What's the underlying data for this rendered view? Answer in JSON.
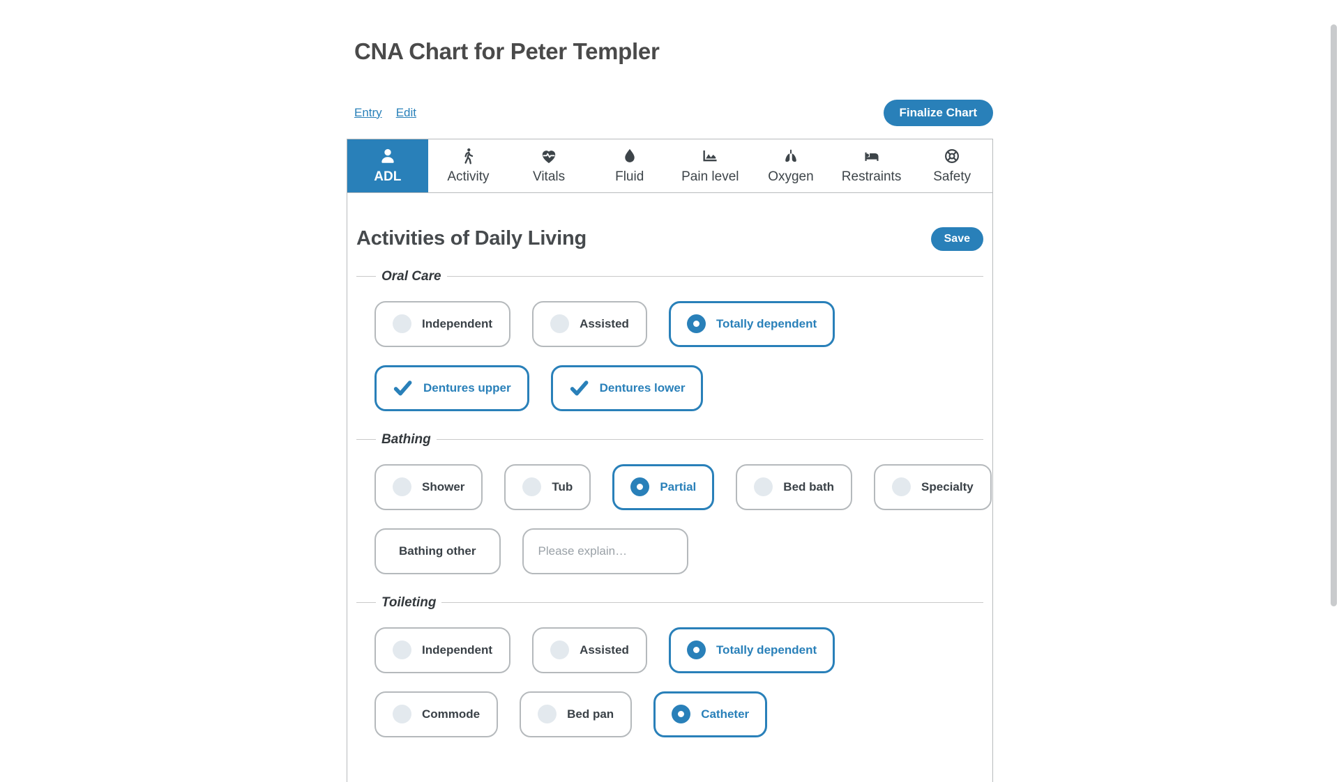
{
  "colors": {
    "accent": "#2980b9",
    "card_border": "#b5b9bc",
    "text_dark": "#3d4449",
    "unselected_dot": "#e3e9ee"
  },
  "header": {
    "title": "CNA Chart for Peter Templer"
  },
  "toolbar": {
    "links": [
      {
        "label": "Entry"
      },
      {
        "label": "Edit"
      }
    ],
    "finalize_label": "Finalize Chart"
  },
  "tabs": [
    {
      "label": "ADL",
      "icon": "user-icon",
      "active": true
    },
    {
      "label": "Activity",
      "icon": "walking-icon",
      "active": false
    },
    {
      "label": "Vitals",
      "icon": "heart-pulse-icon",
      "active": false
    },
    {
      "label": "Fluid",
      "icon": "droplet-icon",
      "active": false
    },
    {
      "label": "Pain level",
      "icon": "area-chart-icon",
      "active": false
    },
    {
      "label": "Oxygen",
      "icon": "lungs-icon",
      "active": false
    },
    {
      "label": "Restraints",
      "icon": "bed-icon",
      "active": false
    },
    {
      "label": "Safety",
      "icon": "life-ring-icon",
      "active": false
    }
  ],
  "adl": {
    "heading": "Activities of Daily Living",
    "save_label": "Save",
    "oral_care": {
      "legend": "Oral Care",
      "options": [
        {
          "label": "Independent",
          "selected": false
        },
        {
          "label": "Assisted",
          "selected": false
        },
        {
          "label": "Totally dependent",
          "selected": true
        }
      ],
      "checkboxes": [
        {
          "label": "Dentures upper",
          "checked": true
        },
        {
          "label": "Dentures lower",
          "checked": true
        }
      ]
    },
    "bathing": {
      "legend": "Bathing",
      "options": [
        {
          "label": "Shower",
          "selected": false
        },
        {
          "label": "Tub",
          "selected": false
        },
        {
          "label": "Partial",
          "selected": true
        },
        {
          "label": "Bed bath",
          "selected": false
        },
        {
          "label": "Specialty",
          "selected": false
        }
      ],
      "other": {
        "label": "Bathing other",
        "checked": false
      },
      "explain_placeholder": "Please explain…"
    },
    "toileting": {
      "legend": "Toileting",
      "options": [
        {
          "label": "Independent",
          "selected": false
        },
        {
          "label": "Assisted",
          "selected": false
        },
        {
          "label": "Totally dependent",
          "selected": true
        }
      ],
      "options2": [
        {
          "label": "Commode",
          "selected": false
        },
        {
          "label": "Bed pan",
          "selected": false
        },
        {
          "label": "Catheter",
          "selected": true
        }
      ]
    }
  }
}
